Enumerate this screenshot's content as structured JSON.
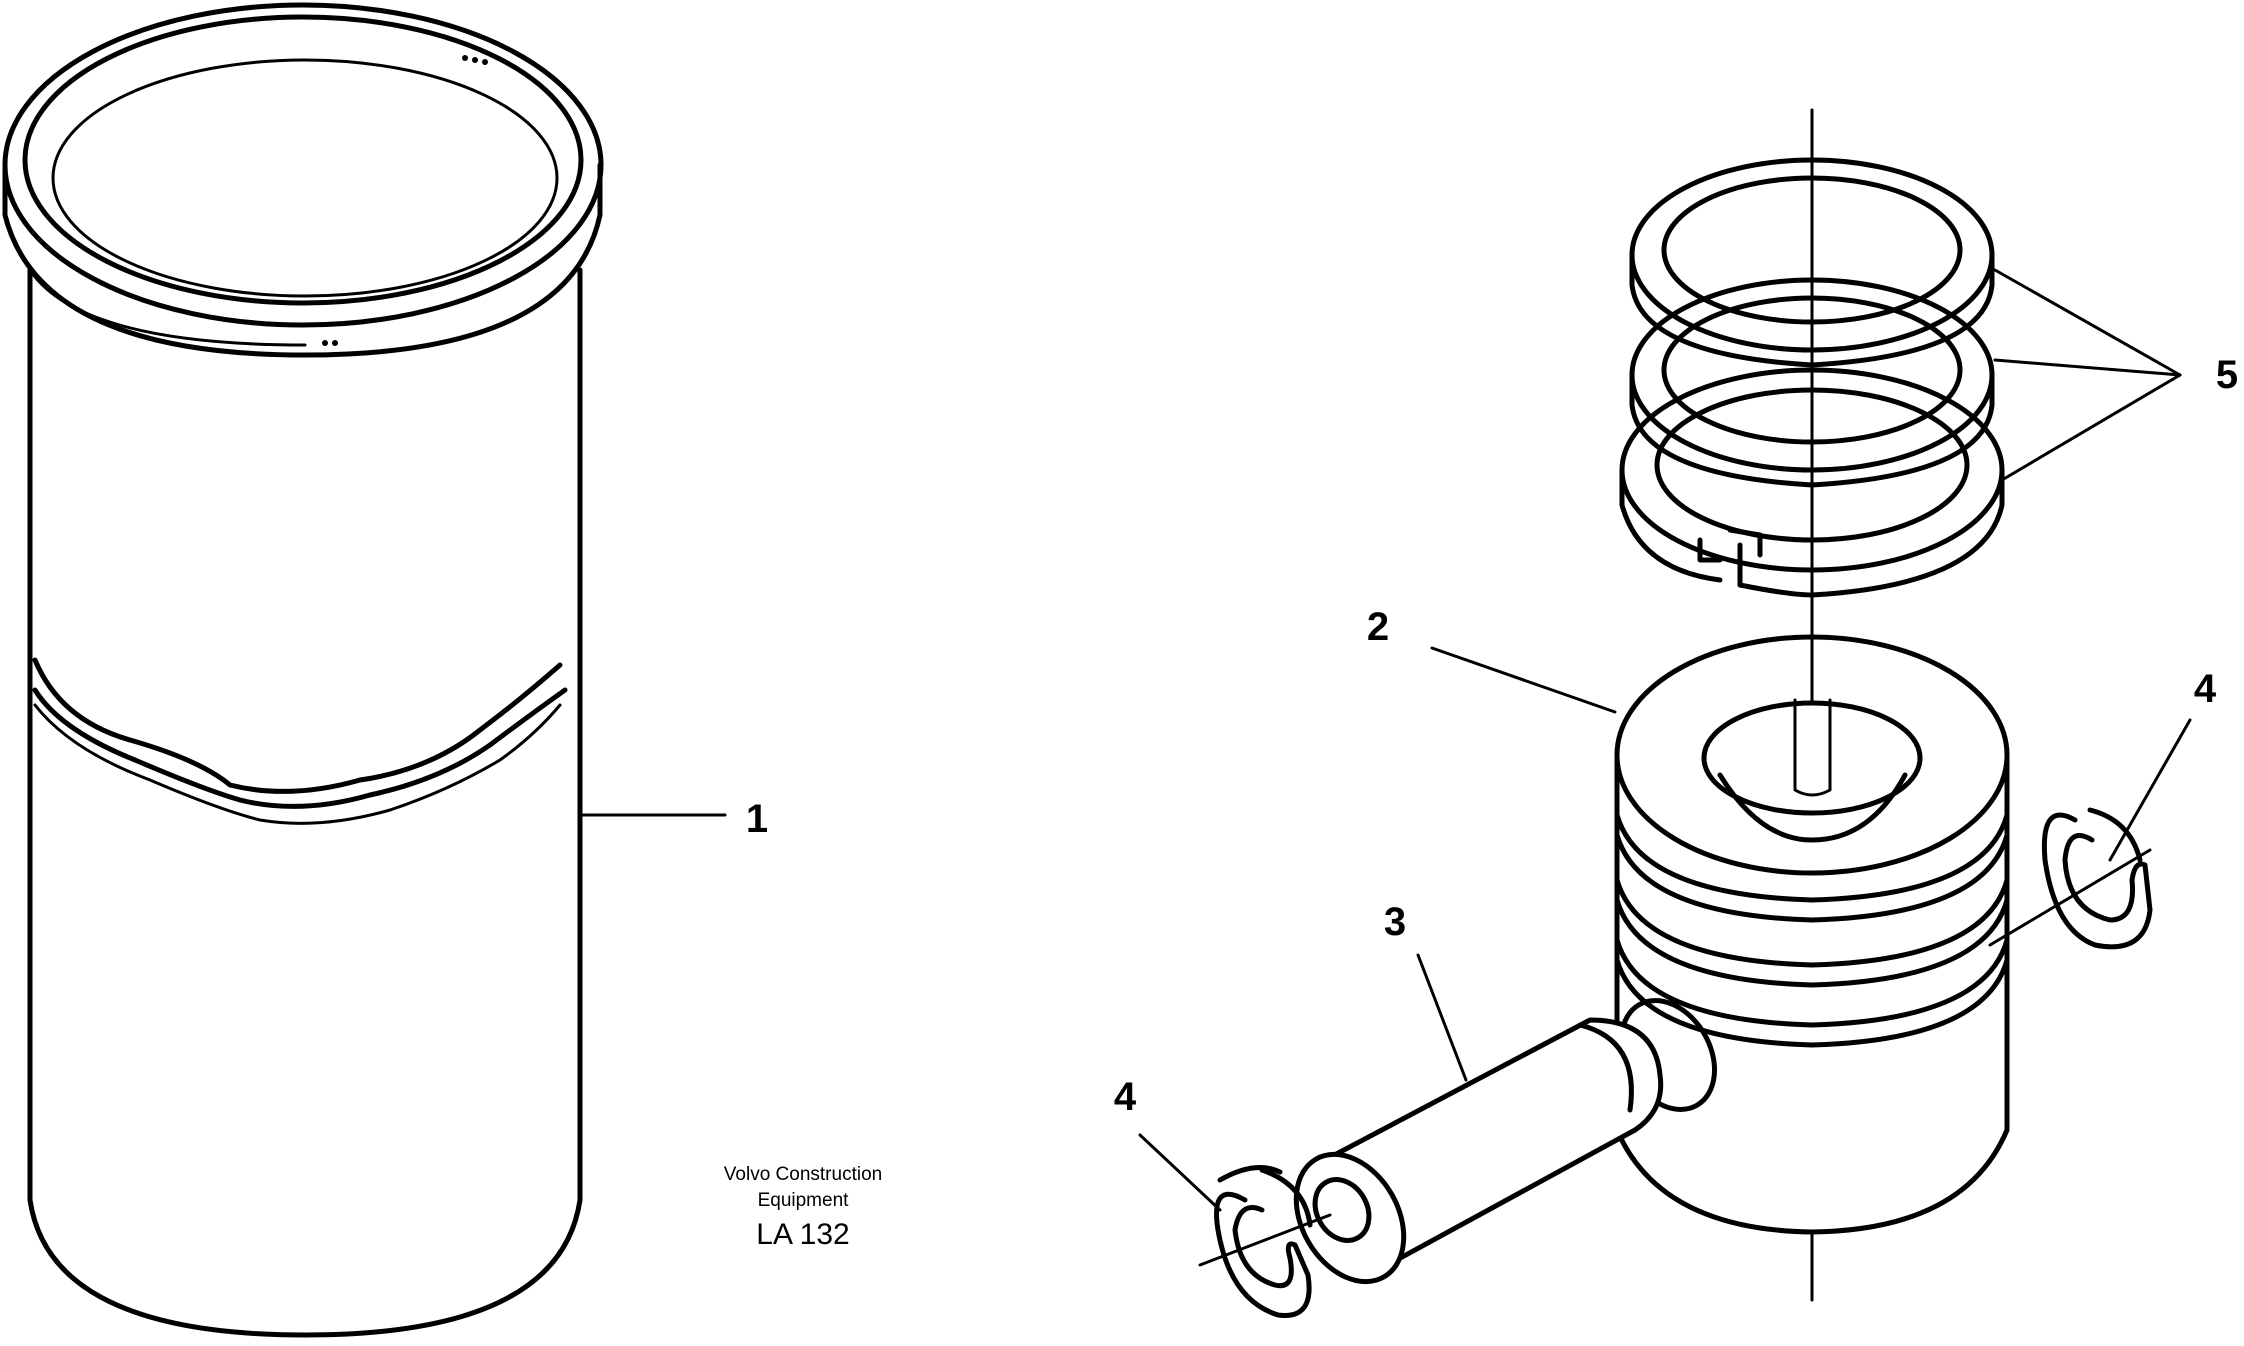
{
  "callouts": {
    "liner": "1",
    "piston": "2",
    "gudgeon_pin": "3",
    "circlip_right": "4",
    "circlip_left": "4",
    "piston_rings": "5"
  },
  "caption": {
    "line1": "Volvo Construction",
    "line2": "Equipment",
    "code": "LA 132"
  },
  "colors": {
    "ink": "#000000",
    "paper": "#ffffff"
  }
}
